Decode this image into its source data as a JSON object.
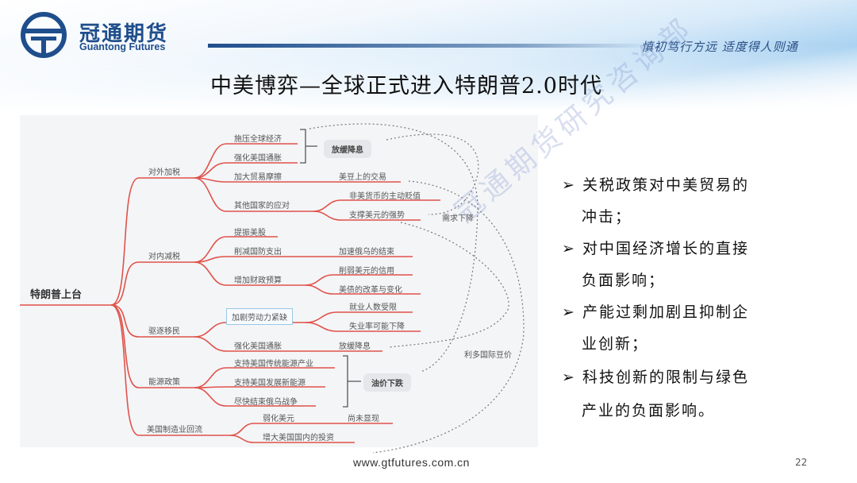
{
  "header": {
    "brand_cn": "冠通期货",
    "brand_en": "Guantong Futures",
    "slogan": "慎初笃行方远 适度得人则通"
  },
  "title": "中美博弈—全球正式进入特朗普2.0时代",
  "mindmap": {
    "root": "特朗普上台",
    "branches": [
      "对外加税",
      "对内减税",
      "驱逐移民",
      "能源政策",
      "美国制造业回流"
    ],
    "leaves": {
      "l1": "施压全球经济",
      "l2": "强化美国通胀",
      "l3": "加大贸易摩擦",
      "l4": "其他国家的应对",
      "l5": "提振美股",
      "l6": "削减国防支出",
      "l7": "增加财政预算",
      "l8": "加剧劳动力紧缺",
      "l9": "强化美国通胀",
      "l10": "支持美国传统能源产业",
      "l11": "支持美国发展新能源",
      "l12": "尽快结束俄乌战争",
      "l13": "弱化美元",
      "l14": "增大美国国内的投资"
    },
    "sub": {
      "s1": "美豆上的交易",
      "s2": "非美货币的主动贬值",
      "s3": "支撑美元的强势",
      "s4": "加速俄乌的结束",
      "s5": "削弱美元的信用",
      "s6": "美债的改革与变化",
      "s7": "就业人数受限",
      "s8": "失业率可能下降",
      "s9": "放缓降息",
      "s10": "尚未显现"
    },
    "boxes": {
      "rate": "放缓降息",
      "oil": "油价下跌"
    },
    "notes": {
      "demand": "需求下降",
      "soy": "利多国际豆价"
    }
  },
  "bullets": [
    [
      "关税政策对中美贸易的",
      "冲击；"
    ],
    [
      "对中国经济增长的直接",
      "负面影响；"
    ],
    [
      "产能过剩加剧且抑制企",
      "业创新；"
    ],
    [
      "科技创新的限制与绿色",
      "产业的负面影响。"
    ]
  ],
  "bullet_marker": "➢",
  "watermark": "冠通期货研究咨询部",
  "footer": {
    "url": "www.gtfutures.com.cn",
    "page": "22"
  },
  "colors": {
    "brand": "#1f4e8c",
    "branch": "#e0524a"
  }
}
